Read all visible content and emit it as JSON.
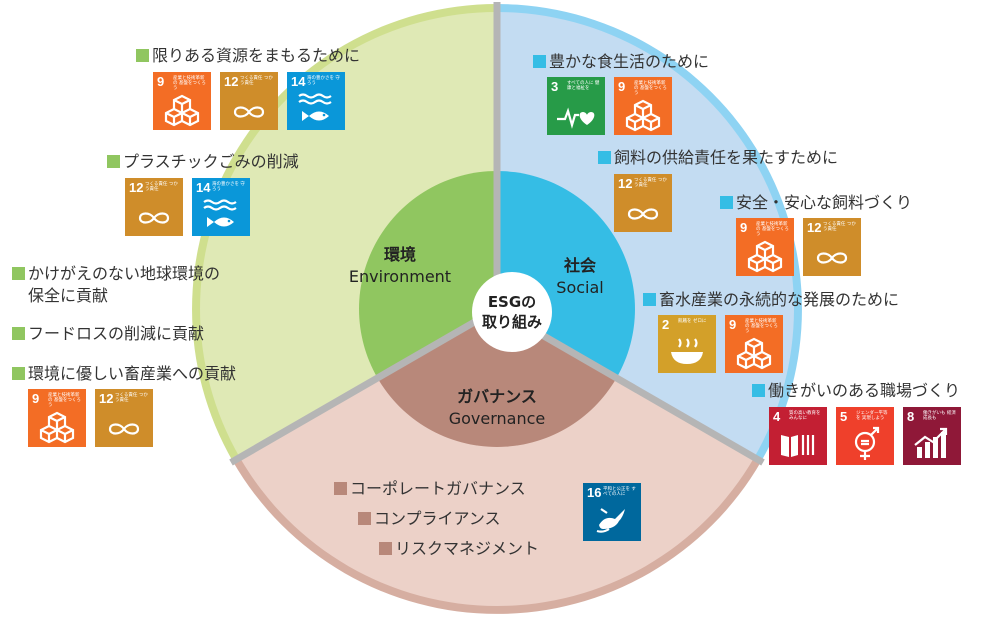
{
  "center": {
    "line1": "ESGの",
    "line2": "取り組み"
  },
  "segments": {
    "environment": {
      "jp": "環境",
      "en": "Environment",
      "color": "#90c660",
      "outer_color": "#dfe9b5",
      "rim_color": "#cfdf8e"
    },
    "social": {
      "jp": "社会",
      "en": "Social",
      "color": "#35bde5",
      "outer_color": "#c3dcf2",
      "rim_color": "#8ed3f3"
    },
    "governance": {
      "jp": "ガバナンス",
      "en": "Governance",
      "color": "#b8887a",
      "outer_color": "#ecd1c8",
      "rim_color": "#d6aea1"
    }
  },
  "environment_items": [
    {
      "label": "限りある資源をまもるために",
      "goals": [
        "9",
        "12",
        "14"
      ]
    },
    {
      "label": "プラスチックごみの削減",
      "goals": [
        "12",
        "14"
      ]
    },
    {
      "label": "かけがえのない地球環境の",
      "label2": "保全に貢献",
      "goals": []
    },
    {
      "label": "フードロスの削減に貢献",
      "goals": []
    },
    {
      "label": "環境に優しい畜産業への貢献",
      "goals": [
        "9",
        "12"
      ]
    }
  ],
  "social_items": [
    {
      "label": "豊かな食生活のために",
      "goals": [
        "3",
        "9"
      ]
    },
    {
      "label": "飼料の供給責任を果たすために",
      "goals": [
        "12"
      ]
    },
    {
      "label": "安全・安心な飼料づくり",
      "goals": [
        "9",
        "12"
      ]
    },
    {
      "label": "畜水産業の永続的な発展のために",
      "goals": [
        "2",
        "9"
      ]
    },
    {
      "label": "働きがいのある職場づくり",
      "goals": [
        "4",
        "5",
        "8"
      ]
    }
  ],
  "governance_items": [
    {
      "label": "コーポレートガバナンス"
    },
    {
      "label": "コンプライアンス"
    },
    {
      "label": "リスクマネジメント"
    }
  ],
  "governance_goals": [
    "16"
  ],
  "sdg_icons": {
    "2": {
      "num": "2",
      "text": "飢餓を ゼロに",
      "color": "#d3a029",
      "icon": "bowl-icon"
    },
    "3": {
      "num": "3",
      "text": "すべての人に 健康と福祉を",
      "color": "#279b48",
      "icon": "heartbeat-icon"
    },
    "4": {
      "num": "4",
      "text": "質の高い教育を みんなに",
      "color": "#c31f33",
      "icon": "book-icon"
    },
    "5": {
      "num": "5",
      "text": "ジェンダー平等を 実現しよう",
      "color": "#ef402b",
      "icon": "gender-icon"
    },
    "8": {
      "num": "8",
      "text": "働きがいも 経済成長も",
      "color": "#8f1838",
      "icon": "growth-chart-icon"
    },
    "9": {
      "num": "9",
      "text": "産業と技術革新の 基盤をつくろう",
      "color": "#f36d25",
      "icon": "cubes-icon"
    },
    "12": {
      "num": "12",
      "text": "つくる責任 つかう責任",
      "color": "#cf8d2a",
      "icon": "infinity-icon"
    },
    "14": {
      "num": "14",
      "text": "海の豊かさを 守ろう",
      "color": "#0a97d9",
      "icon": "fish-icon"
    },
    "16": {
      "num": "16",
      "text": "平和と公正を すべての人に",
      "color": "#00689d",
      "icon": "dove-icon"
    }
  }
}
